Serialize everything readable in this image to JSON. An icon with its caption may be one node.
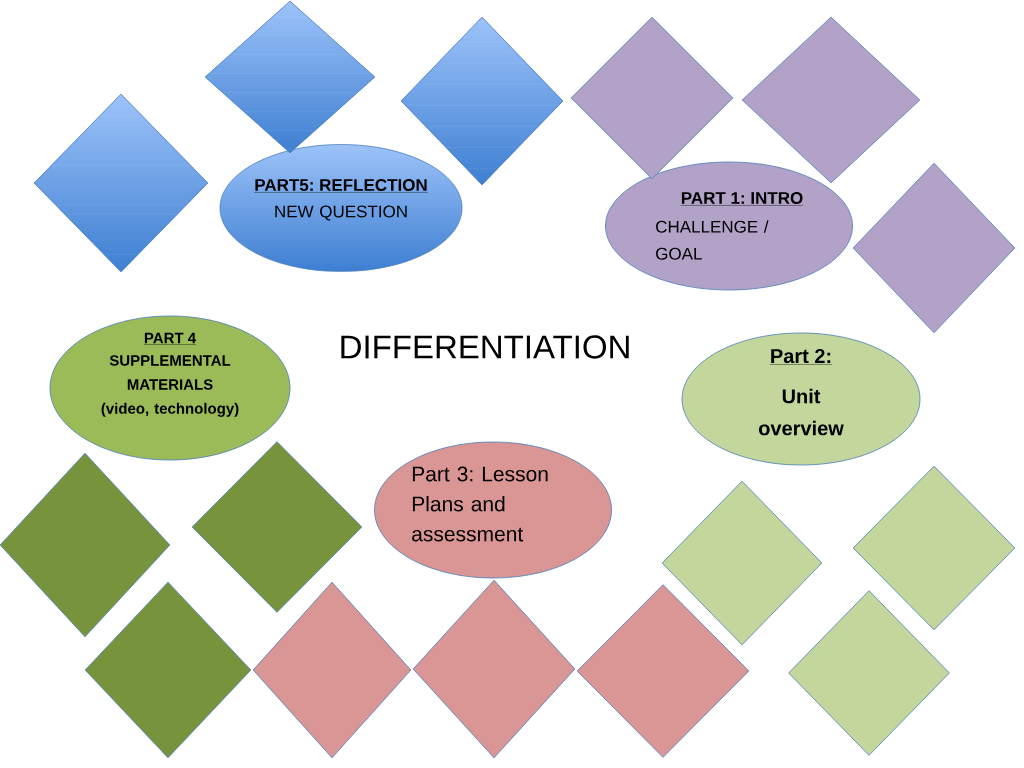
{
  "diagram": {
    "title": "DIFFERENTIATION",
    "nodes": [
      {
        "text": [],
        "shape": "diamond"
      },
      {
        "text": [],
        "shape": "diamond"
      },
      {
        "text": [],
        "shape": "diamond"
      },
      {
        "text": [],
        "shape": "diamond"
      },
      {
        "text": [],
        "shape": "diamond"
      },
      {
        "text": [
          "PART5: REFLECTION",
          "NEW QUESTION"
        ]
      },
      {
        "text": [
          "PART 1: INTRO",
          "CHALLENGE / GOAL"
        ]
      },
      {
        "text": [],
        "shape": "diamond"
      },
      {
        "text": [
          "PART 4",
          "SUPPLEMENTAL MATERIALS (video, technology)"
        ]
      },
      {
        "text": [
          "Part 2:",
          "Unit overview"
        ]
      },
      {
        "text": [],
        "shape": "diamond"
      },
      {
        "text": [],
        "shape": "diamond"
      },
      {
        "text": [
          "Part 3: Lesson Plans and assessment"
        ]
      },
      {
        "text": [],
        "shape": "diamond"
      },
      {
        "text": [],
        "shape": "diamond"
      },
      {
        "text": [],
        "shape": "diamond"
      },
      {
        "text": [],
        "shape": "diamond"
      },
      {
        "text": [],
        "shape": "diamond"
      },
      {
        "text": [],
        "shape": "diamond"
      },
      {
        "text": [],
        "shape": "diamond"
      }
    ]
  }
}
